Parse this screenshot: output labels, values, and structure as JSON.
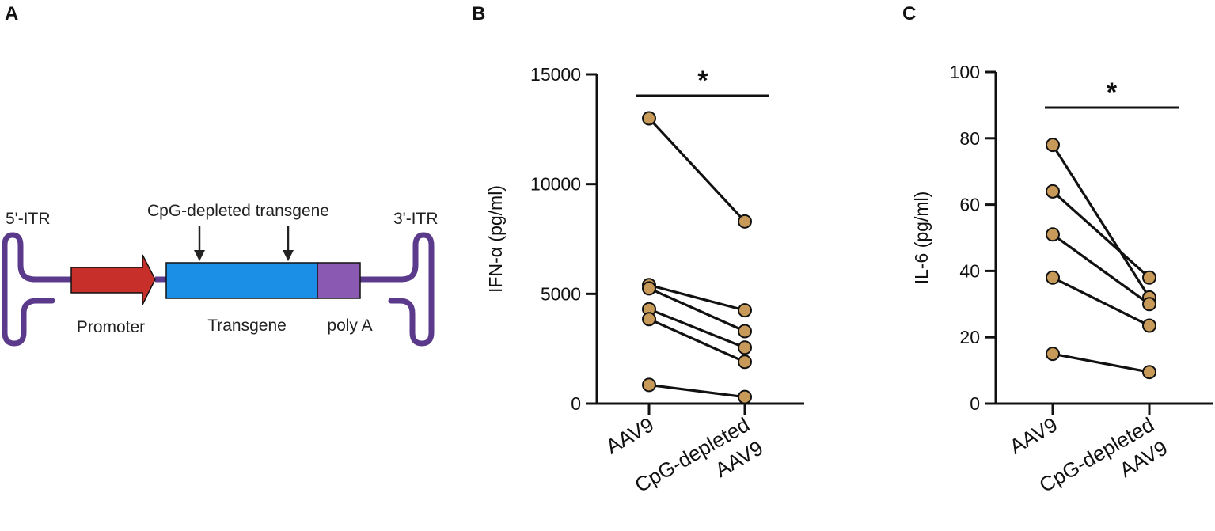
{
  "panels": {
    "a": "A",
    "b": "B",
    "c": "C"
  },
  "diagram": {
    "left_itr": "5'-ITR",
    "right_itr": "3'-ITR",
    "cpg_label": "CpG-depleted transgene",
    "promoter": "Promoter",
    "transgene": "Transgene",
    "polya": "poly A",
    "colors": {
      "itr": "#5b3a8c",
      "promoter": "#c7302a",
      "transgene": "#1b8fe6",
      "polya": "#8a5ab3",
      "arrow": "#222222"
    }
  },
  "chart_data": [
    {
      "type": "scatter",
      "ylabel": "IFN-α (pg/ml)",
      "ylim": [
        0,
        15000
      ],
      "yticks": [
        "0",
        "5000",
        "10000",
        "15000"
      ],
      "categories": [
        [
          "AAV9"
        ],
        [
          "CpG-depleted",
          "AAV9"
        ]
      ],
      "pairs": [
        [
          13000,
          8300
        ],
        [
          5400,
          4250
        ],
        [
          5250,
          3300
        ],
        [
          4300,
          2550
        ],
        [
          3850,
          1900
        ],
        [
          850,
          300
        ]
      ],
      "significance": "*",
      "marker_color": "#c79a5a"
    },
    {
      "type": "scatter",
      "ylabel": "IL-6 (pg/ml)",
      "ylim": [
        0,
        100
      ],
      "yticks": [
        "0",
        "20",
        "40",
        "60",
        "80",
        "100"
      ],
      "categories": [
        [
          "AAV9"
        ],
        [
          "CpG-depleted",
          "AAV9"
        ]
      ],
      "pairs": [
        [
          78,
          32
        ],
        [
          64,
          38
        ],
        [
          51,
          30
        ],
        [
          38,
          23.5
        ],
        [
          15,
          9.5
        ]
      ],
      "significance": "*",
      "marker_color": "#c79a5a"
    }
  ]
}
